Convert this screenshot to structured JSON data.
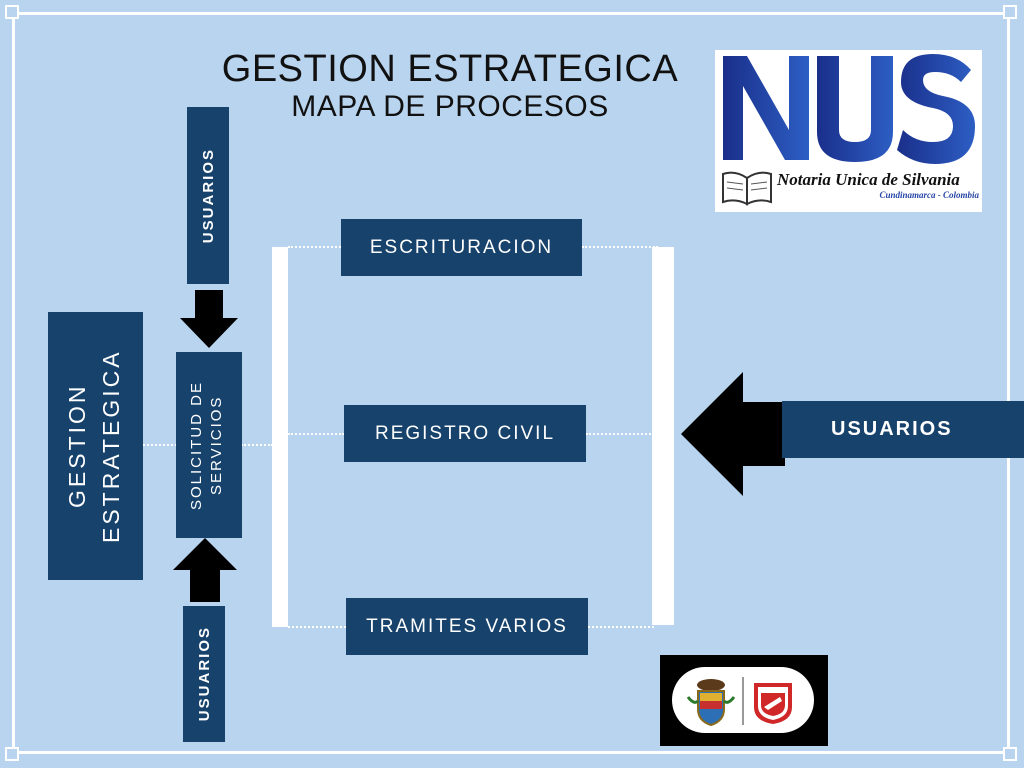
{
  "title": "GESTION ESTRATEGICA",
  "subtitle": "MAPA DE PROCESOS",
  "left_box": "GESTION ESTRATEGICA",
  "solicitud_box": "SOLICITUD DE SERVICIOS",
  "usuarios_top": "USUARIOS",
  "usuarios_bottom": "USUARIOS",
  "usuarios_right": "USUARIOS",
  "processes": [
    {
      "label": "ESCRITURACION"
    },
    {
      "label": "REGISTRO CIVIL"
    },
    {
      "label": "TRAMITES VARIOS"
    }
  ],
  "logo": {
    "letters": "NUS",
    "name": "Notaria Unica de Silvania",
    "location": "Cundinamarca - Colombia"
  },
  "colors": {
    "background": "#b9d4ee",
    "box": "#17426b",
    "arrow": "#000000",
    "logo_blue": "#2545a8"
  },
  "icons": [
    "book-icon",
    "colombia-coat-of-arms-icon",
    "notary-seal-icon"
  ]
}
